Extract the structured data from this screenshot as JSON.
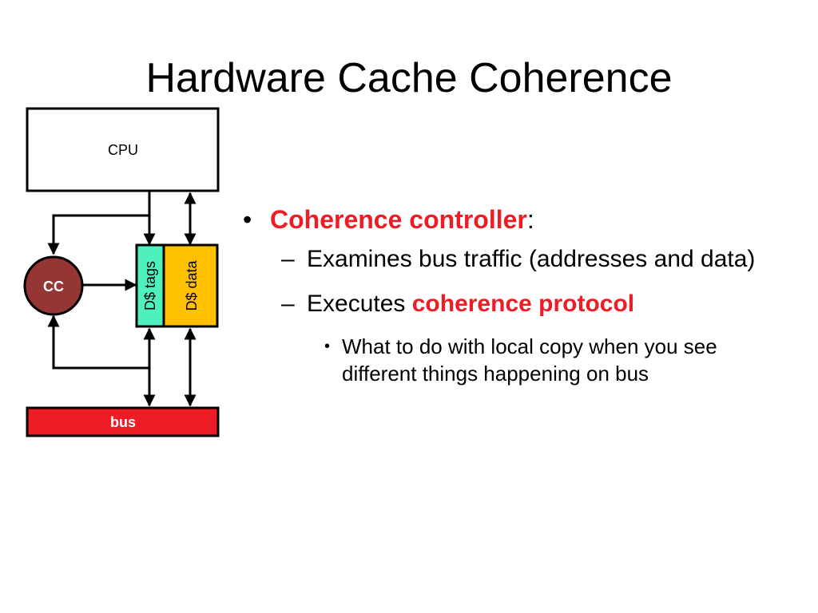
{
  "slide": {
    "title": "Hardware Cache Coherence"
  },
  "diagram": {
    "cpu_label": "CPU",
    "cc_label": "CC",
    "tags_label": "D$ tags",
    "data_label": "D$ data",
    "bus_label": "bus",
    "colors": {
      "cc_fill": "#963634",
      "tags_fill": "#4ff0c0",
      "data_fill": "#ffc000",
      "bus_fill": "#ee1c25"
    }
  },
  "bullets": {
    "b1_marker": "•",
    "b1_highlight": "Coherence controller",
    "b1_suffix": ":",
    "b2_marker": "–",
    "b2_text": "Examines bus traffic (addresses and data)",
    "b3_marker": "–",
    "b3_prefix": "Executes ",
    "b3_highlight": "coherence protocol",
    "b4_marker": "•",
    "b4_text": "What to do with local copy when you see different things happening on bus"
  }
}
